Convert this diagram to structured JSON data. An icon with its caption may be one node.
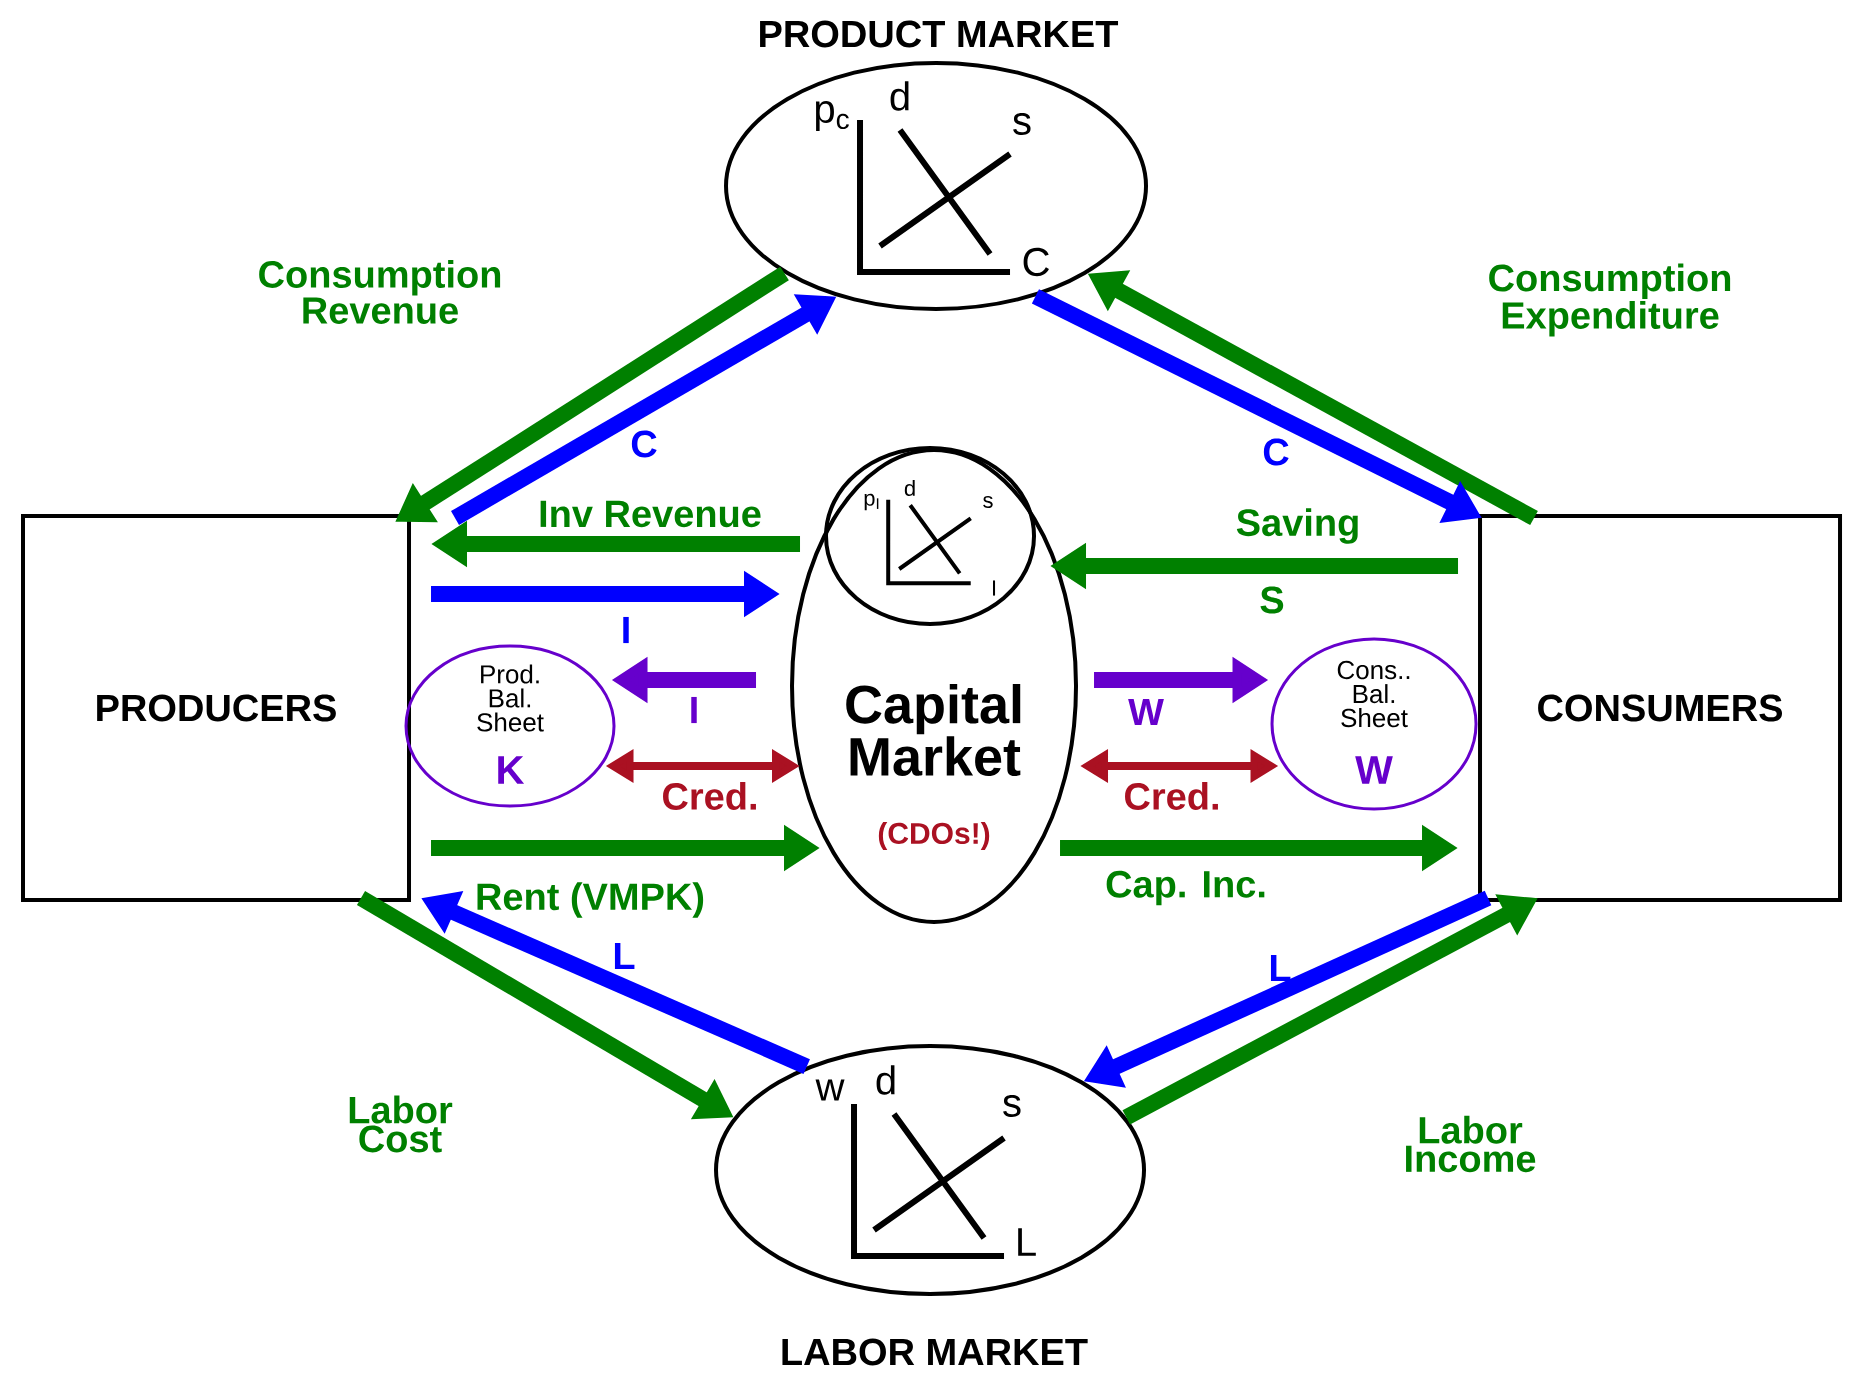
{
  "diagram": {
    "nodes": [
      {
        "text": [
          "PRODUCERS"
        ]
      },
      {
        "text": [
          "CONSUMERS"
        ]
      },
      {
        "text": [
          "PRODUCT MARKET",
          "p$_{c}$",
          "d",
          "s",
          "C"
        ]
      },
      {
        "text": [
          "Capital Market",
          "(CDOs!)"
        ]
      },
      {
        "text": [
          "p$_{I}$",
          "d",
          "s",
          "I"
        ],
        "in": 3
      },
      {
        "text": [
          "LABOR MARKET",
          "w",
          "d",
          "s",
          "L"
        ]
      },
      {
        "text": [
          "Prod. Bal. Sheet",
          "K"
        ]
      },
      {
        "text": [
          "Cons.. Bal. Sheet",
          "W"
        ]
      }
    ],
    "edges": [
      {
        "from": 2,
        "to": 0,
        "arrow": "to",
        "label": "Consumption Revenue"
      },
      {
        "from": 0,
        "to": 2,
        "arrow": "to",
        "label": "C",
        "color": "#0000ff"
      },
      {
        "from": 1,
        "to": 2,
        "arrow": "to",
        "label": "Consumption Expenditure"
      },
      {
        "from": 2,
        "to": 1,
        "arrow": "to",
        "label": "C",
        "color": "#0000ff"
      },
      {
        "from": 3,
        "to": 0,
        "arrow": "to",
        "label": "Inv Revenue"
      },
      {
        "from": 0,
        "to": 3,
        "arrow": "to",
        "label": "I",
        "color": "#0000ff"
      },
      {
        "from": 1,
        "to": 3,
        "arrow": "to",
        "label": "Saving"
      },
      {
        "from": 3,
        "to": 6,
        "arrow": "to",
        "label": "I",
        "color": "#6600cc"
      },
      {
        "from": 6,
        "to": 3,
        "arrow": "both",
        "label": "Cred.",
        "color": "#aa1122"
      },
      {
        "from": 3,
        "to": 7,
        "arrow": "to",
        "label": "W",
        "color": "#6600cc"
      },
      {
        "from": 3,
        "to": 7,
        "arrow": "both",
        "label": "Cred.",
        "color": "#aa1122"
      },
      {
        "from": 0,
        "to": 3,
        "arrow": "to",
        "label": "Rent (VMPK)"
      },
      {
        "from": 3,
        "to": 1,
        "arrow": "to",
        "label": "Cap. Inc."
      },
      {
        "from": 0,
        "to": 5,
        "arrow": "to",
        "label": "Labor Cost"
      },
      {
        "from": 5,
        "to": 0,
        "arrow": "to",
        "label": "L",
        "color": "#0000ff"
      },
      {
        "from": 1,
        "to": 5,
        "arrow": "to",
        "label": "L",
        "color": "#0000ff"
      },
      {
        "from": 5,
        "to": 1,
        "arrow": "to",
        "label": "Labor Income"
      }
    ],
    "labels": [
      "S"
    ]
  }
}
